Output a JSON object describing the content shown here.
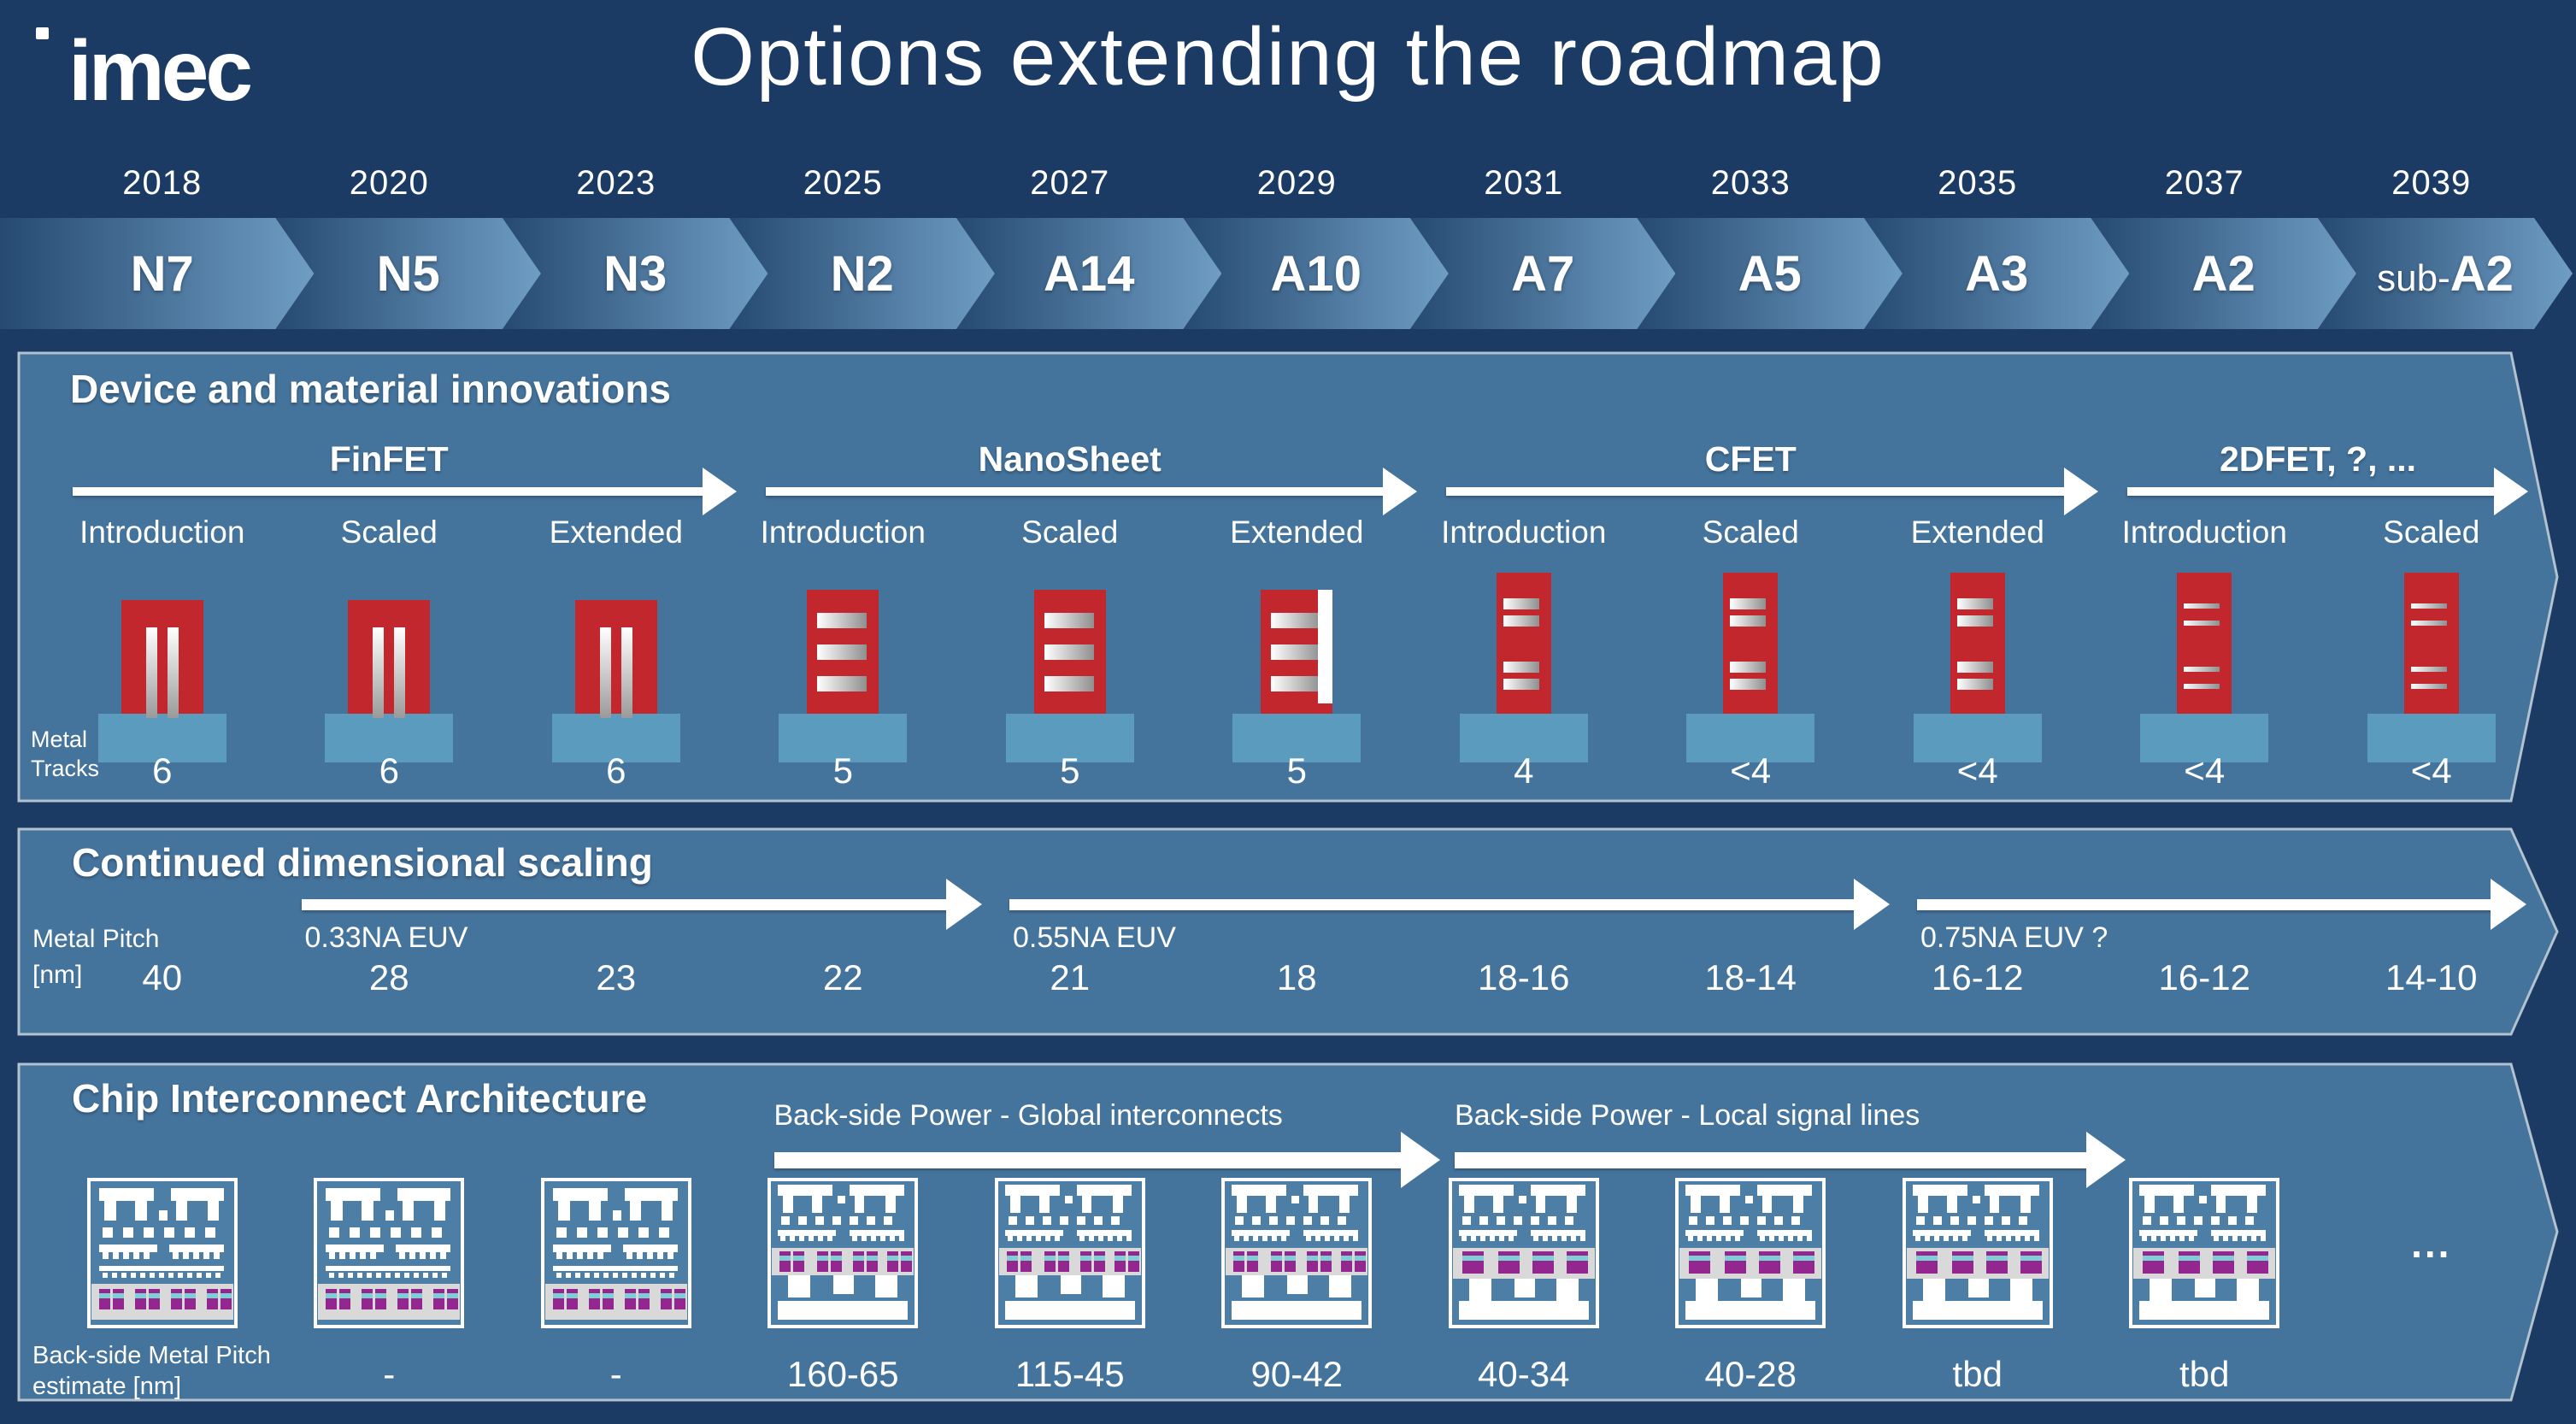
{
  "header": {
    "logo": "imec",
    "title": "Options extending the roadmap"
  },
  "timeline": [
    {
      "year": "2018",
      "node": "N7",
      "prefix": ""
    },
    {
      "year": "2020",
      "node": "N5",
      "prefix": ""
    },
    {
      "year": "2023",
      "node": "N3",
      "prefix": ""
    },
    {
      "year": "2025",
      "node": "N2",
      "prefix": ""
    },
    {
      "year": "2027",
      "node": "A14",
      "prefix": ""
    },
    {
      "year": "2029",
      "node": "A10",
      "prefix": ""
    },
    {
      "year": "2031",
      "node": "A7",
      "prefix": ""
    },
    {
      "year": "2033",
      "node": "A5",
      "prefix": ""
    },
    {
      "year": "2035",
      "node": "A3",
      "prefix": ""
    },
    {
      "year": "2037",
      "node": "A2",
      "prefix": ""
    },
    {
      "year": "2039",
      "node": "A2",
      "prefix": "sub-"
    }
  ],
  "device_section": {
    "title": "Device and material innovations",
    "groups": [
      {
        "label": "FinFET",
        "start": 1,
        "end": 3
      },
      {
        "label": "NanoSheet",
        "start": 4,
        "end": 6
      },
      {
        "label": "CFET",
        "start": 7,
        "end": 9
      },
      {
        "label": "2DFET, ?, ...",
        "start": 10,
        "end": 11
      }
    ],
    "phases": [
      "Introduction",
      "Scaled",
      "Extended",
      "Introduction",
      "Scaled",
      "Extended",
      "Introduction",
      "Scaled",
      "Extended",
      "Introduction",
      "Scaled"
    ],
    "device_icons": [
      "finfet",
      "finfet",
      "finfet",
      "nanosheet",
      "nanosheet",
      "nanosheet-ext",
      "cfet",
      "cfet",
      "cfet",
      "2dfet",
      "2dfet"
    ],
    "row_label_lines": [
      "Metal",
      "Tracks"
    ],
    "metal_tracks": [
      "6",
      "6",
      "6",
      "5",
      "5",
      "5",
      "4",
      "<4",
      "<4",
      "<4",
      "<4"
    ]
  },
  "scaling_section": {
    "title": "Continued dimensional scaling",
    "litho_arrows": [
      {
        "label": "0.33NA EUV",
        "start": 2,
        "end": 4
      },
      {
        "label": "0.55NA EUV",
        "start": 5,
        "end": 8
      },
      {
        "label": "0.75NA EUV ?",
        "start": 9,
        "end": 11
      }
    ],
    "row_label_lines": [
      "Metal Pitch",
      "[nm]"
    ],
    "metal_pitch": [
      "40",
      "28",
      "23",
      "22",
      "21",
      "18",
      "18-16",
      "18-14",
      "16-12",
      "16-12",
      "14-10"
    ]
  },
  "interconnect_section": {
    "title": "Chip Interconnect Architecture",
    "arrows": [
      {
        "label": "Back-side Power - Global interconnects",
        "start": 4,
        "end": 6
      },
      {
        "label": "Back-side Power - Local signal lines",
        "start": 7,
        "end": 9
      }
    ],
    "chip_icons": [
      "frontside",
      "frontside",
      "frontside",
      "backside-global",
      "backside-global",
      "backside-global",
      "backside-local",
      "backside-local",
      "backside-local",
      "backside-local",
      "ellipsis"
    ],
    "ellipsis_label": "...",
    "row_label_lines": [
      "Back-side Metal Pitch",
      "estimate [nm]"
    ],
    "backside_metal_pitch": [
      "",
      "-",
      "-",
      "160-65",
      "115-45",
      "90-42",
      "40-34",
      "40-28",
      "tbd",
      "tbd",
      ""
    ]
  },
  "colors": {
    "page_bg": "#1b3b64",
    "panel": "#44739c",
    "panel_border": "#b3c2cf",
    "chevron_dark": "#264a71",
    "chevron_light": "#6f9dc4",
    "red": "#c1272d",
    "device_base": "#5b9cbe",
    "chip_bg": "#4d7ea6",
    "band": "#d9d9d9",
    "purple": "#93278f",
    "teal": "#7ecfd4",
    "white": "#ffffff"
  }
}
